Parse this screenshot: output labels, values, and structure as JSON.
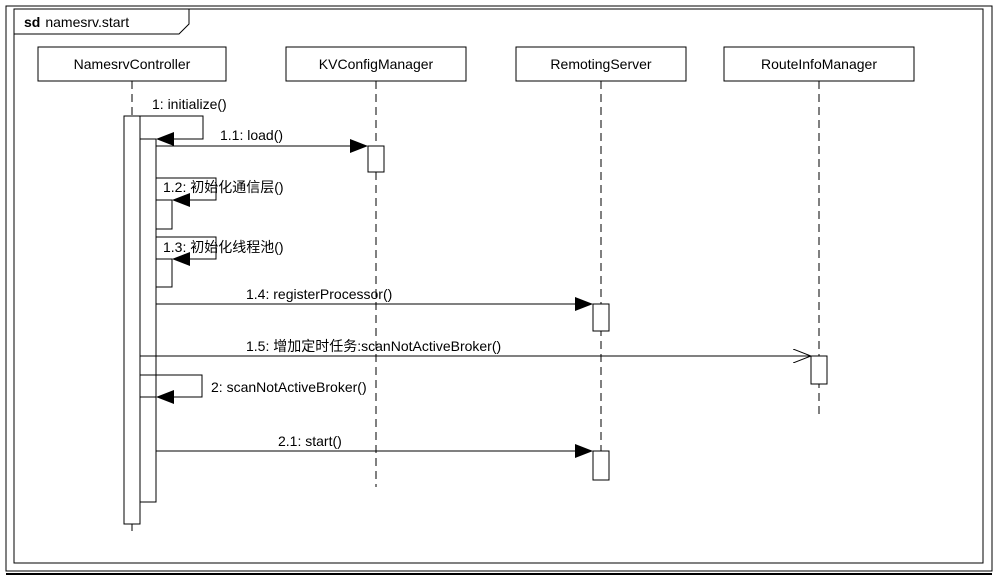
{
  "frame": {
    "keyword": "sd",
    "title": "namesrv.start"
  },
  "participants": [
    {
      "id": "controller",
      "name": "NamesrvController"
    },
    {
      "id": "kvconfig",
      "name": "KVConfigManager"
    },
    {
      "id": "remoting",
      "name": "RemotingServer"
    },
    {
      "id": "routeinfo",
      "name": "RouteInfoManager"
    }
  ],
  "messages": [
    {
      "label": "1: initialize()",
      "from": "controller",
      "to": "controller",
      "type": "self-sync"
    },
    {
      "label": "1.1: load()",
      "from": "controller",
      "to": "kvconfig",
      "type": "sync"
    },
    {
      "label": "1.2: 初始化通信层()",
      "from": "controller",
      "to": "controller",
      "type": "self-sync"
    },
    {
      "label": "1.3: 初始化线程池()",
      "from": "controller",
      "to": "controller",
      "type": "self-sync"
    },
    {
      "label": "1.4: registerProcessor()",
      "from": "controller",
      "to": "remoting",
      "type": "sync"
    },
    {
      "label": "1.5: 增加定时任务:scanNotActiveBroker()",
      "from": "controller",
      "to": "routeinfo",
      "type": "async"
    },
    {
      "label": "2: scanNotActiveBroker()",
      "from": "controller",
      "to": "controller",
      "type": "self-sync"
    },
    {
      "label": "2.1: start()",
      "from": "controller",
      "to": "remoting",
      "type": "sync"
    }
  ]
}
